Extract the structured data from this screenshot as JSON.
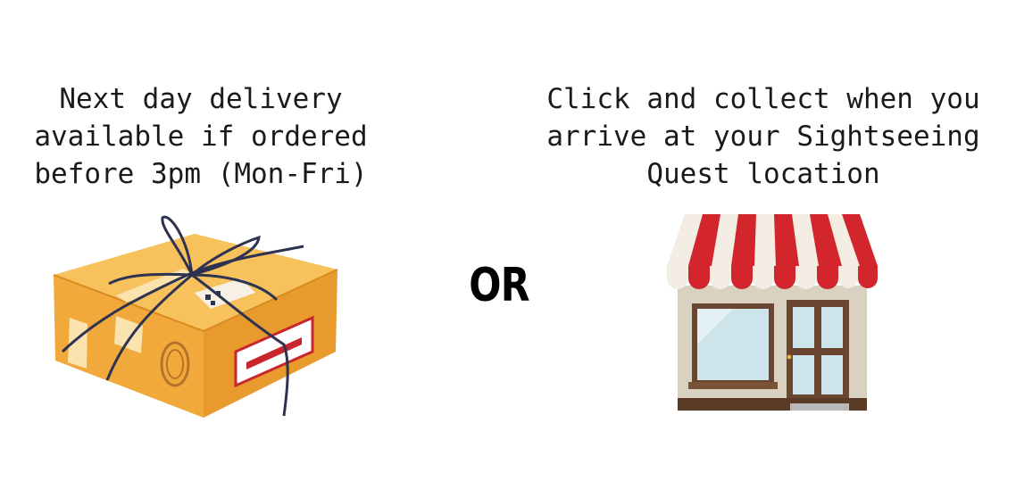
{
  "delivery_option": {
    "lines": [
      "Next day delivery",
      "available if ordered",
      "before 3pm (Mon-Fri)"
    ],
    "illustration": "parcel-box-icon"
  },
  "separator": {
    "label": "OR"
  },
  "collect_option": {
    "lines": [
      "Click and collect when you",
      "arrive at your Sightseeing",
      "Quest location"
    ],
    "illustration": "shop-front-icon"
  },
  "colors": {
    "text": "#1a1a1a",
    "box_orange": "#f3b24a",
    "awning_red": "#d3252c",
    "awning_cream": "#f3ede4"
  }
}
